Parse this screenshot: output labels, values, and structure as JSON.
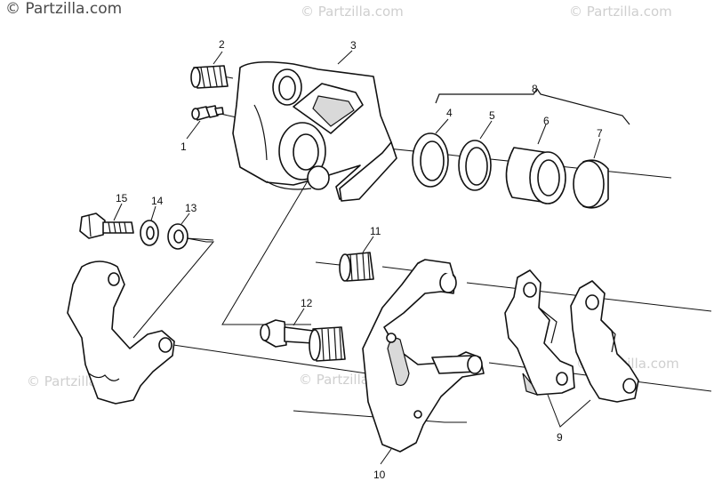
{
  "watermark": {
    "main": "© Partzilla.com",
    "faint": "© Partzilla.com"
  },
  "callouts": {
    "c1": "1",
    "c2": "2",
    "c3": "3",
    "c4": "4",
    "c5": "5",
    "c6": "6",
    "c7": "7",
    "c8": "8",
    "c9": "9",
    "c10": "10",
    "c11": "11",
    "c12": "12",
    "c13": "13",
    "c14": "14",
    "c15": "15"
  }
}
